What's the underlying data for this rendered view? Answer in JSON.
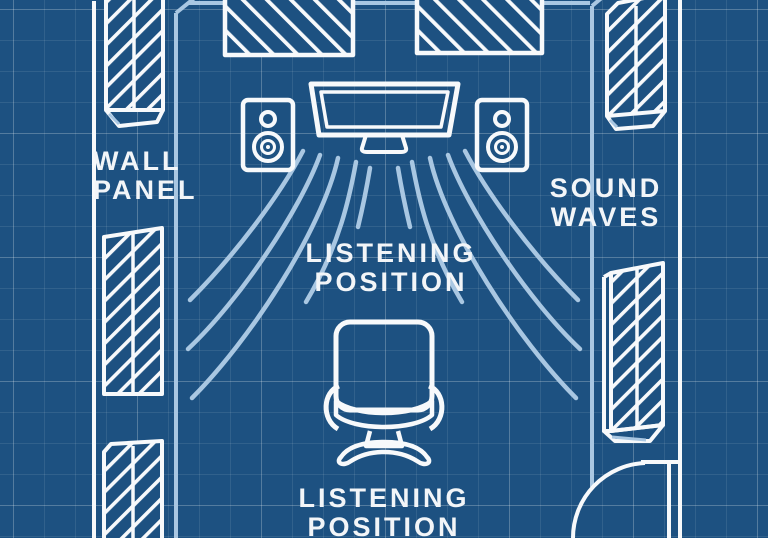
{
  "diagram": {
    "labels": {
      "wall_panel": {
        "line1": "WALL",
        "line2": "PANEL"
      },
      "sound_waves": {
        "line1": "SOUND",
        "line2": "WAVES"
      },
      "listening_position_center": {
        "line1": "LISTENING",
        "line2": "POSITION"
      },
      "listening_position_bottom": {
        "line1": "LISTENING",
        "line2": "POSITION"
      }
    },
    "colors": {
      "background": "#1d5181",
      "grid_minor": "rgba(255,255,255,0.09)",
      "grid_major": "rgba(255,255,255,0.17)",
      "line_primary": "#f7f9fb",
      "line_accent": "#a9c7e2",
      "text": "#f2f5f8"
    },
    "icons": {
      "tv": "tv-icon",
      "speaker_left": "speaker-icon",
      "speaker_right": "speaker-icon",
      "chair": "office-chair-icon",
      "door": "door-swing-icon",
      "acoustic_panels": "hatched-panel-icon",
      "sound_waves": "wave-arc-icon"
    }
  }
}
